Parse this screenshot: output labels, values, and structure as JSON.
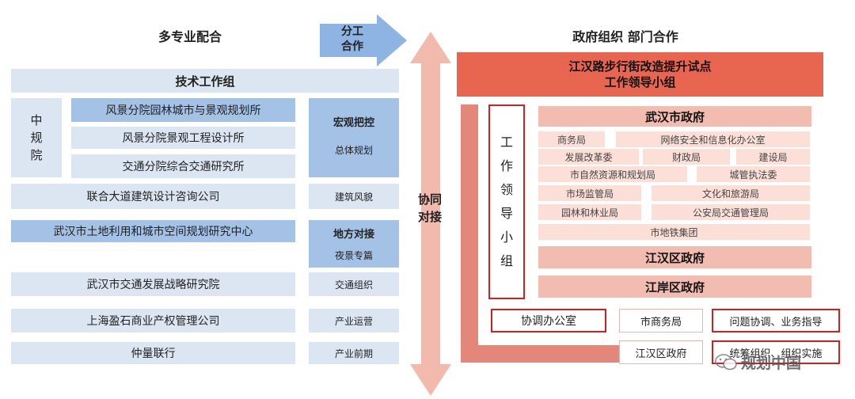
{
  "left": {
    "title": "多专业配合",
    "tech_group": "技术工作组",
    "zhong_label": "中\n规\n院",
    "units": {
      "u1": "风景分院园林城市与景观规划所",
      "u2": "风景分院景观工程设计所",
      "u3": "交通分院综合交通研究所",
      "u4": "联合大道建筑设计咨询公司",
      "u5": "武汉市土地利用和城市空间规划研究中心",
      "u6": "武汉市交通发展战略研究院",
      "u7": "上海盈石商业产权管理公司",
      "u8": "仲量联行"
    },
    "roles": {
      "r1_bold": "宏观把控",
      "r1_sub": "总体规划",
      "r2": "建筑风貌",
      "r3_bold": "地方对接",
      "r3_sub": "夜景专篇",
      "r4": "交通组织",
      "r5": "产业运营",
      "r6": "产业前期"
    }
  },
  "arrow_label": "分工\n合作",
  "center_label": "协同\n对接",
  "right": {
    "title": "政府组织  部门合作",
    "leading_group": "江汉路步行街改造提升试点\n工作领导小组",
    "work_leading_group": "工\n作\n领\n导\n小\n组",
    "wuhan_gov": "武汉市政府",
    "depts": {
      "d1": "商务局",
      "d2": "网络安全和信息化办公室",
      "d3": "发展改革委",
      "d4": "财政局",
      "d5": "建设局",
      "d6": "市自然资源和规划局",
      "d7": "城管执法委",
      "d8": "市场监管局",
      "d9": "文化和旅游局",
      "d10": "园林和林业局",
      "d11": "公安局交通管理局",
      "d12": "市地铁集团"
    },
    "jianghan_gov": "江汉区政府",
    "jiangan_gov": "江岸区政府",
    "coord_office": "协调办公室",
    "city_commerce": "市商务局",
    "issue_coord": "问题协调、业务指导",
    "jianghan_district": "江汉区政府",
    "organize_impl": "统筹组织、组织实施"
  },
  "watermark": "规划中国",
  "colors": {
    "banner_red": "#e8654f",
    "peach": "#fce0d8",
    "pink": "#f3bcb0",
    "light_blue": "#dce6f2",
    "mid_blue": "#a4c2e6",
    "arrow_blue": "#8eb4e3",
    "arrow_pink": "#f2b9ad",
    "bracket": "#e3877b"
  }
}
